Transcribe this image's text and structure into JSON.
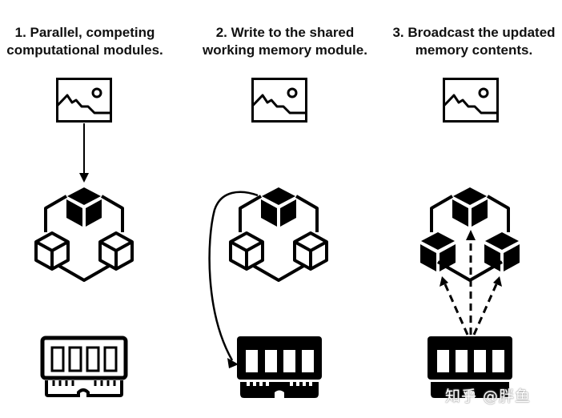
{
  "steps": [
    {
      "title_line1": "1. Parallel, competing",
      "title_line2": "computational modules.",
      "image_icon": "image-icon",
      "modules_icon": "modules-icon",
      "memory_icon": "memory-chip-icon",
      "memory_style": "outline"
    },
    {
      "title_line1": "2. Write to the shared",
      "title_line2": "working memory module.",
      "image_icon": "image-icon",
      "modules_icon": "modules-icon",
      "memory_icon": "memory-chip-icon",
      "memory_style": "filled"
    },
    {
      "title_line1": "3. Broadcast the updated",
      "title_line2": "memory contents.",
      "image_icon": "image-icon",
      "modules_icon": "modules-icon",
      "memory_icon": "memory-chip-icon",
      "memory_style": "filled"
    }
  ],
  "colors": {
    "ink": "#000000",
    "background": "#ffffff"
  },
  "watermark": "知乎 @胖鱼"
}
